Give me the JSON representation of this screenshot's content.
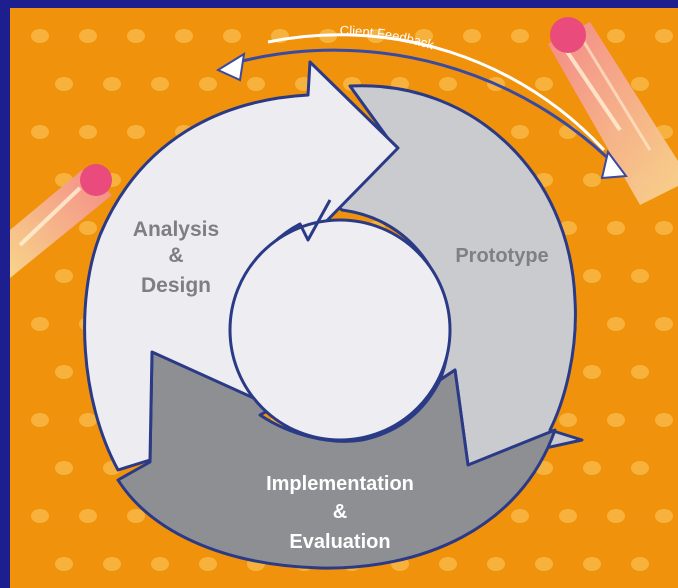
{
  "colors": {
    "frame": "#1e1f8f",
    "background": "#f0920c",
    "dots": "#f6b23d",
    "outline": "#2b3a86",
    "analysis_fill": "#ececf1",
    "prototype_fill": "#cacbce",
    "implementation_fill": "#8e8f93",
    "center_fill": "#ededf2",
    "analysis_text": "#7f7f82",
    "prototype_text": "#808084",
    "implementation_text": "#ffffff",
    "meteor_head": "#e94b7c",
    "meteor_tail": "#f7c77d"
  },
  "diagram": {
    "segments": {
      "analysis": {
        "line1": "Analysis",
        "line2": "&",
        "line3": "Design"
      },
      "prototype": {
        "label": "Prototype"
      },
      "implementation": {
        "line1": "Implementation",
        "line2": "&",
        "line3": "Evaluation"
      }
    },
    "feedback_arrow_label": "Client Feedback"
  },
  "decorations": [
    "polka-dots",
    "meteor-top-right",
    "meteor-left",
    "feedback-arrow"
  ]
}
